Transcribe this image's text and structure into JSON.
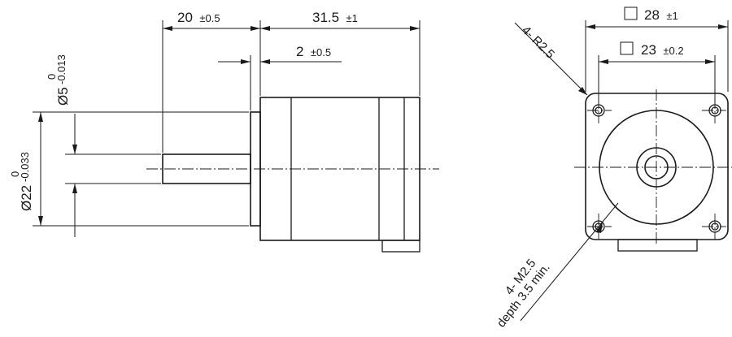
{
  "side_view": {
    "dim_shaft_length": {
      "value": "20",
      "tol": "±0.5"
    },
    "dim_body_length": {
      "value": "31.5",
      "tol": "±1"
    },
    "dim_pilot_length": {
      "value": "2",
      "tol": "±0.5"
    },
    "dim_shaft_dia": {
      "value": "Ø5",
      "tol_upper": "0",
      "tol_lower": "-0.013"
    },
    "dim_pilot_dia": {
      "value": "Ø22",
      "tol_upper": "0",
      "tol_lower": "-0.033"
    }
  },
  "front_view": {
    "dim_flange": {
      "symbol": "□",
      "value": "28",
      "tol": "±1"
    },
    "dim_hole_spacing": {
      "symbol": "□",
      "value": "23",
      "tol": "±0.2"
    },
    "note_radius": "4- R2.5",
    "note_holes_line1": "4- M2.5",
    "note_holes_line2": "depth 3.5 min."
  }
}
